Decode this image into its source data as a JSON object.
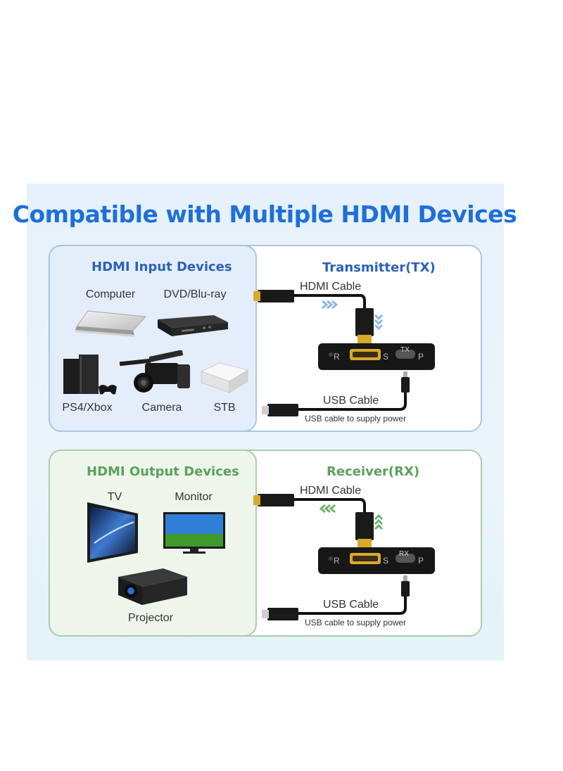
{
  "headline": "Compatible with Multiple HDMI Devices",
  "input_section": {
    "title": "HDMI Input Devices",
    "devices": [
      "Computer",
      "DVD/Blu-ray",
      "PS4/Xbox",
      "Camera",
      "STB"
    ]
  },
  "transmitter": {
    "title": "Transmitter(TX)",
    "hdmi_cable": "HDMI Cable",
    "usb_cable": "USB Cable",
    "usb_note": "USB cable to supply power",
    "port_labels": [
      "R",
      "S",
      "P"
    ],
    "badge": "TX"
  },
  "output_section": {
    "title": "HDMI Output Devices",
    "devices": [
      "TV",
      "Monitor",
      "Projector"
    ]
  },
  "receiver": {
    "title": "Receiver(RX)",
    "hdmi_cable": "HDMI Cable",
    "usb_cable": "USB Cable",
    "usb_note": "USB cable to supply power",
    "port_labels": [
      "R",
      "S",
      "P"
    ],
    "badge": "RX"
  },
  "colors": {
    "headline": "#1f6fd8",
    "tx_accent": "#2b62b8",
    "rx_accent": "#5ba15b",
    "tx_arrow": "#8bb6e8",
    "rx_arrow": "#6cb36c",
    "hdmi_gold": "#d9a92b"
  }
}
